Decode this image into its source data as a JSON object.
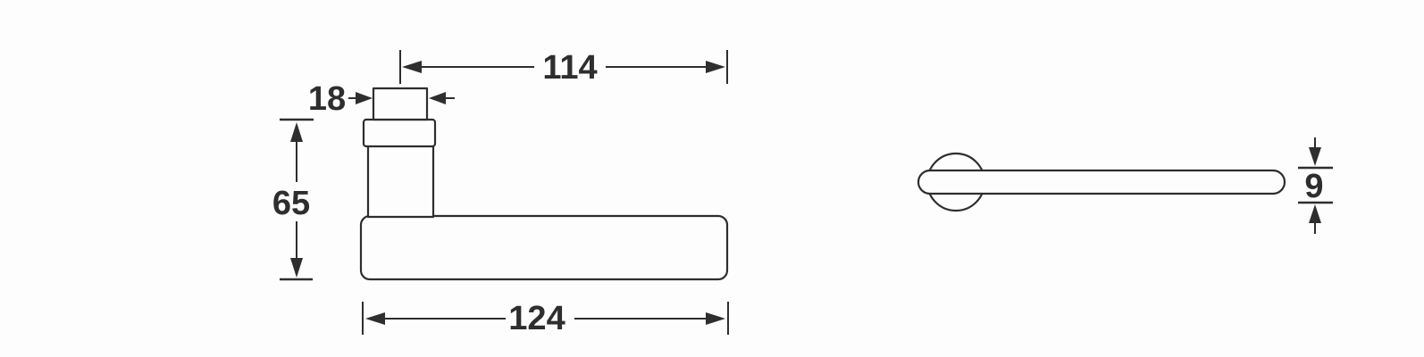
{
  "theme": {
    "line": "#2e2e2e",
    "bg": "#fdfdfd"
  },
  "drawing": {
    "labels": {
      "dim_lever_length": "114",
      "dim_spindle_width": "18",
      "dim_height": "65",
      "dim_base_length": "124",
      "dim_thickness": "9"
    }
  }
}
